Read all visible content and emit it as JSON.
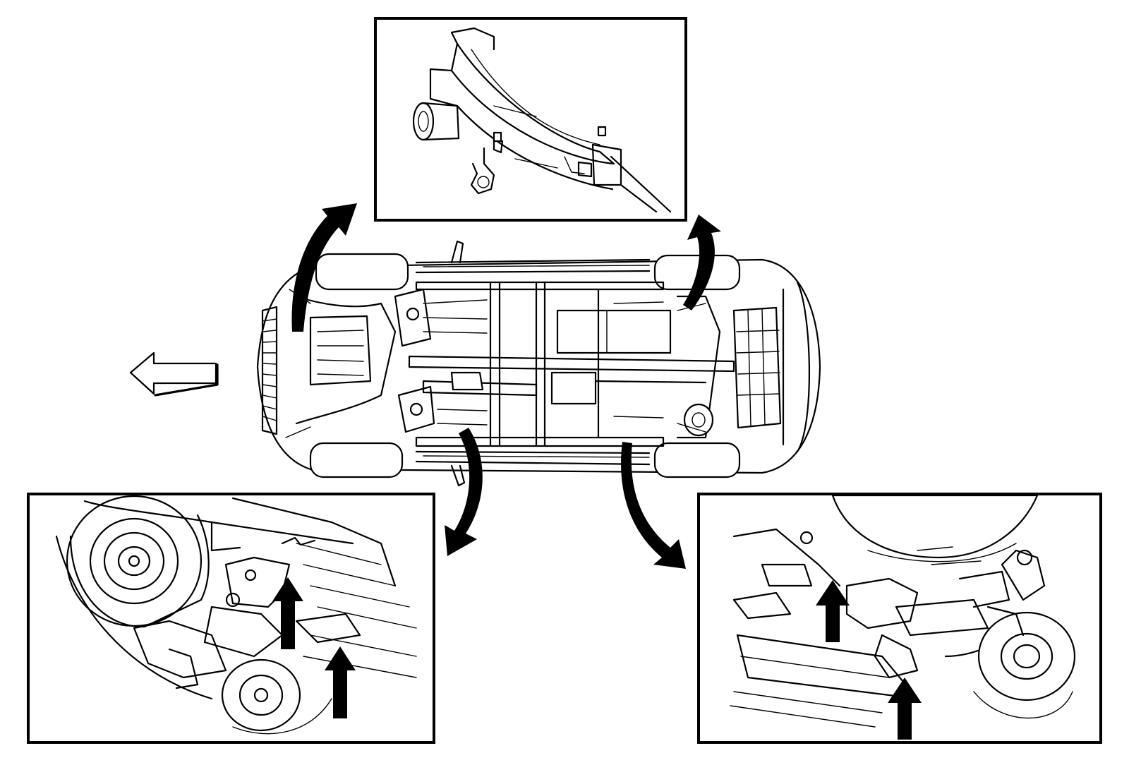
{
  "colors": {
    "line": "#000000",
    "background": "#ffffff"
  },
  "icons": {
    "direction": "front-direction-arrow-icon",
    "callout": "curved-callout-arrow-icon",
    "lift_point": "lift-point-arrow-icon"
  },
  "views": [
    {
      "id": "main",
      "subject": "vehicle-underbody"
    },
    {
      "id": "detail-top",
      "subject": "rear-suspension-crossmember"
    },
    {
      "id": "detail-bottom-left",
      "subject": "front-underbody-lift-points",
      "lift_point_count": 2
    },
    {
      "id": "detail-bottom-right",
      "subject": "rear-underbody-lift-points",
      "lift_point_count": 2
    }
  ]
}
